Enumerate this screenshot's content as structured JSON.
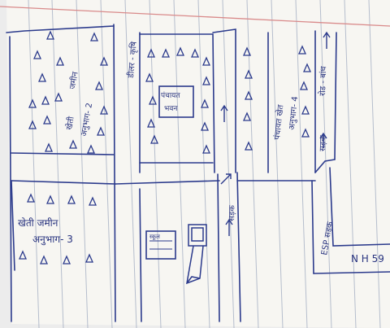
{
  "sketch": {
    "labels": {
      "block_west_title": "खेती",
      "block_west_name": "जमीन",
      "block_west_number": "अनुभाग- 2",
      "block_southwest_title": "खेती जमीन",
      "block_southwest_number": "अनुभाग- 3",
      "vertical_road_top": "डीलर - कृषि",
      "building_center_line1": "पंचायत",
      "building_center_line2": "भवन",
      "block_east_title": "पंचायत खेत",
      "block_east_number": "अनुभाग- 4",
      "road_east_top": "रोड - बांध",
      "road_east_middle": "सड़क",
      "road_center_south": "सड़क",
      "road_southeast": "ESP सड़क",
      "highway": "N H 59",
      "small_box_code": "स्कूल"
    },
    "colors": {
      "ink": "#2b3a8c",
      "paper": "#f7f6f2",
      "rule_line": "#9aa6bd",
      "margin_line": "#d98a8a"
    }
  }
}
